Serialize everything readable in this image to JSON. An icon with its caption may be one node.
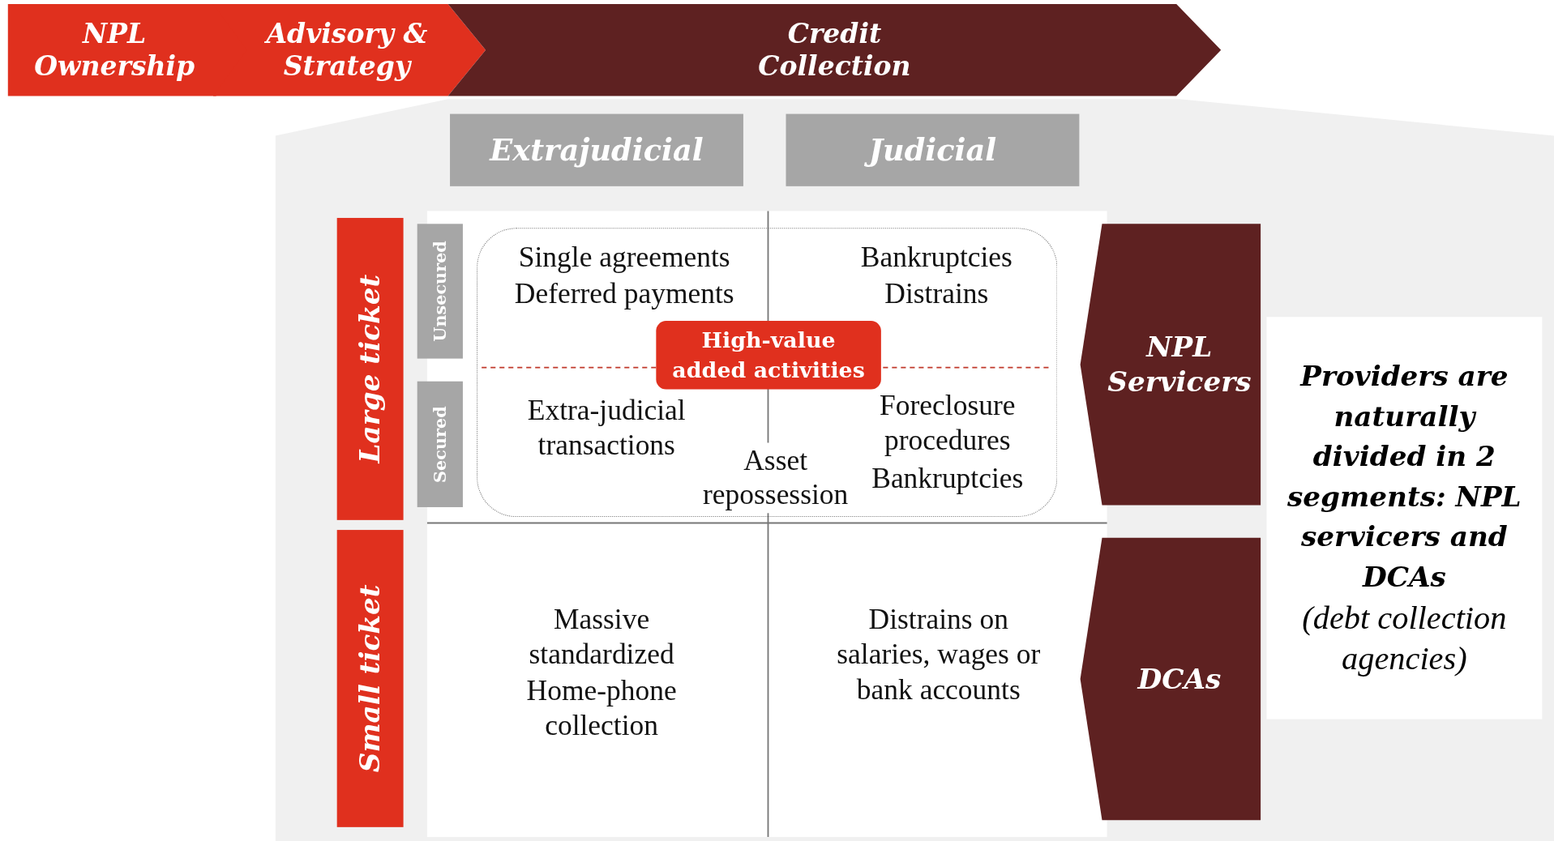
{
  "diagram": {
    "nodes": [
      {
        "text": [
          "NPL Ownership"
        ]
      },
      {
        "text": [
          "Advisory & Strategy"
        ]
      },
      {
        "text": [
          "Credit Collection"
        ]
      },
      {
        "text": [
          "Extrajudicial"
        ]
      },
      {
        "text": [
          "Judicial"
        ]
      },
      {
        "text": [
          "Large ticket"
        ]
      },
      {
        "text": [
          "Unsecured"
        ]
      },
      {
        "text": [
          "Secured"
        ]
      },
      {
        "text": [],
        "shape": "box"
      },
      {
        "text": [
          "High-value added activities"
        ],
        "in": 8
      },
      {
        "text": [
          "NPL Servicers"
        ]
      },
      {
        "text": [
          "Small ticket"
        ]
      },
      {
        "text": [
          "DCAs"
        ]
      },
      {
        "text": [
          "Providers are naturally divided in 2 segments: NPL servicers and DCAs",
          "(debt collection agencies)"
        ]
      }
    ],
    "edges": [],
    "labels": [
      "Single agreements",
      "Deferred payments",
      "Bankruptcies",
      "Distrains",
      "Extra-judicial transactions",
      "Foreclosure procedures",
      "Asset repossession",
      "Bankruptcies",
      "Massive standardized",
      "Home-phone collection",
      "Distrains on salaries, wages or bank accounts"
    ]
  }
}
